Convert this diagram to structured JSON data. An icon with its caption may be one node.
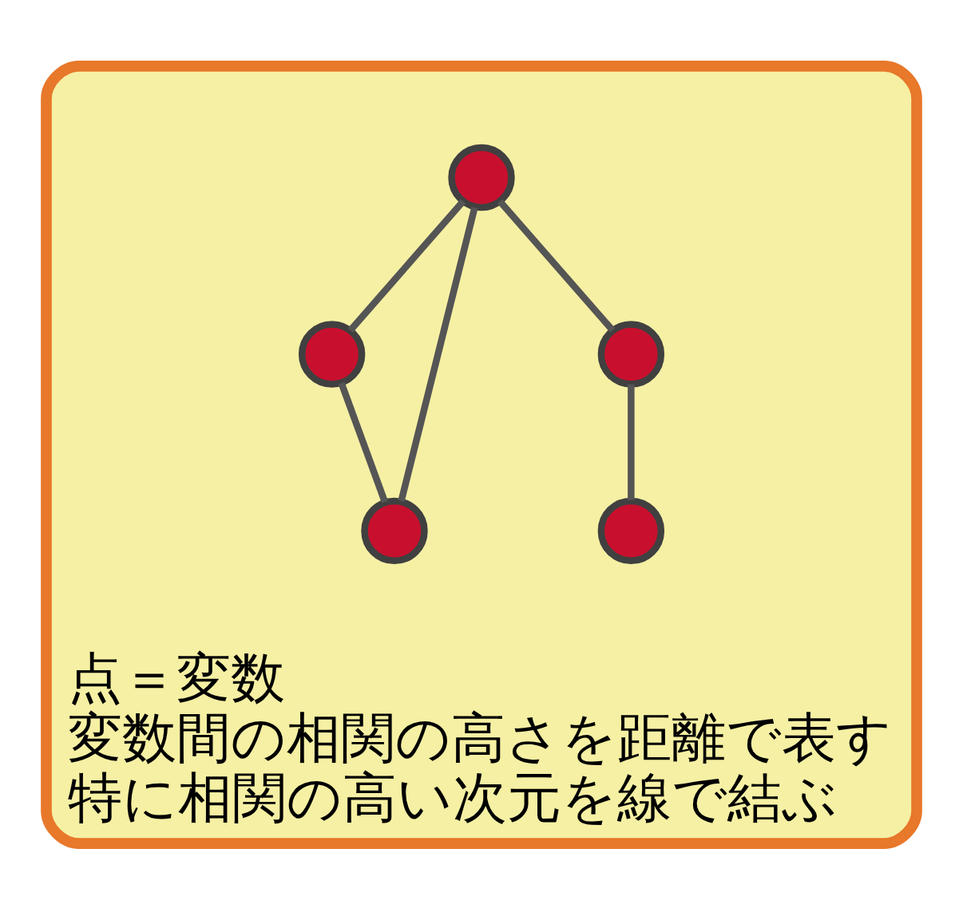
{
  "diagram": {
    "nodes": [
      {
        "text": [
          "点＝変数",
          "変数間の相関の高さを距離で表す",
          "特に相関の高い次元を線で結ぶ"
        ]
      },
      {
        "text": [],
        "shape": "circle",
        "in": 0
      },
      {
        "text": [],
        "shape": "circle",
        "in": 0
      },
      {
        "text": [],
        "shape": "circle",
        "in": 0
      },
      {
        "text": [],
        "shape": "circle",
        "in": 0
      },
      {
        "text": [],
        "shape": "circle",
        "in": 0
      }
    ],
    "edges": [
      {
        "from": 1,
        "to": 2,
        "arrow": "none"
      },
      {
        "from": 1,
        "to": 3,
        "arrow": "none"
      },
      {
        "from": 2,
        "to": 3,
        "arrow": "none"
      },
      {
        "from": 1,
        "to": 4,
        "arrow": "none"
      },
      {
        "from": 4,
        "to": 5,
        "arrow": "none"
      }
    ]
  }
}
